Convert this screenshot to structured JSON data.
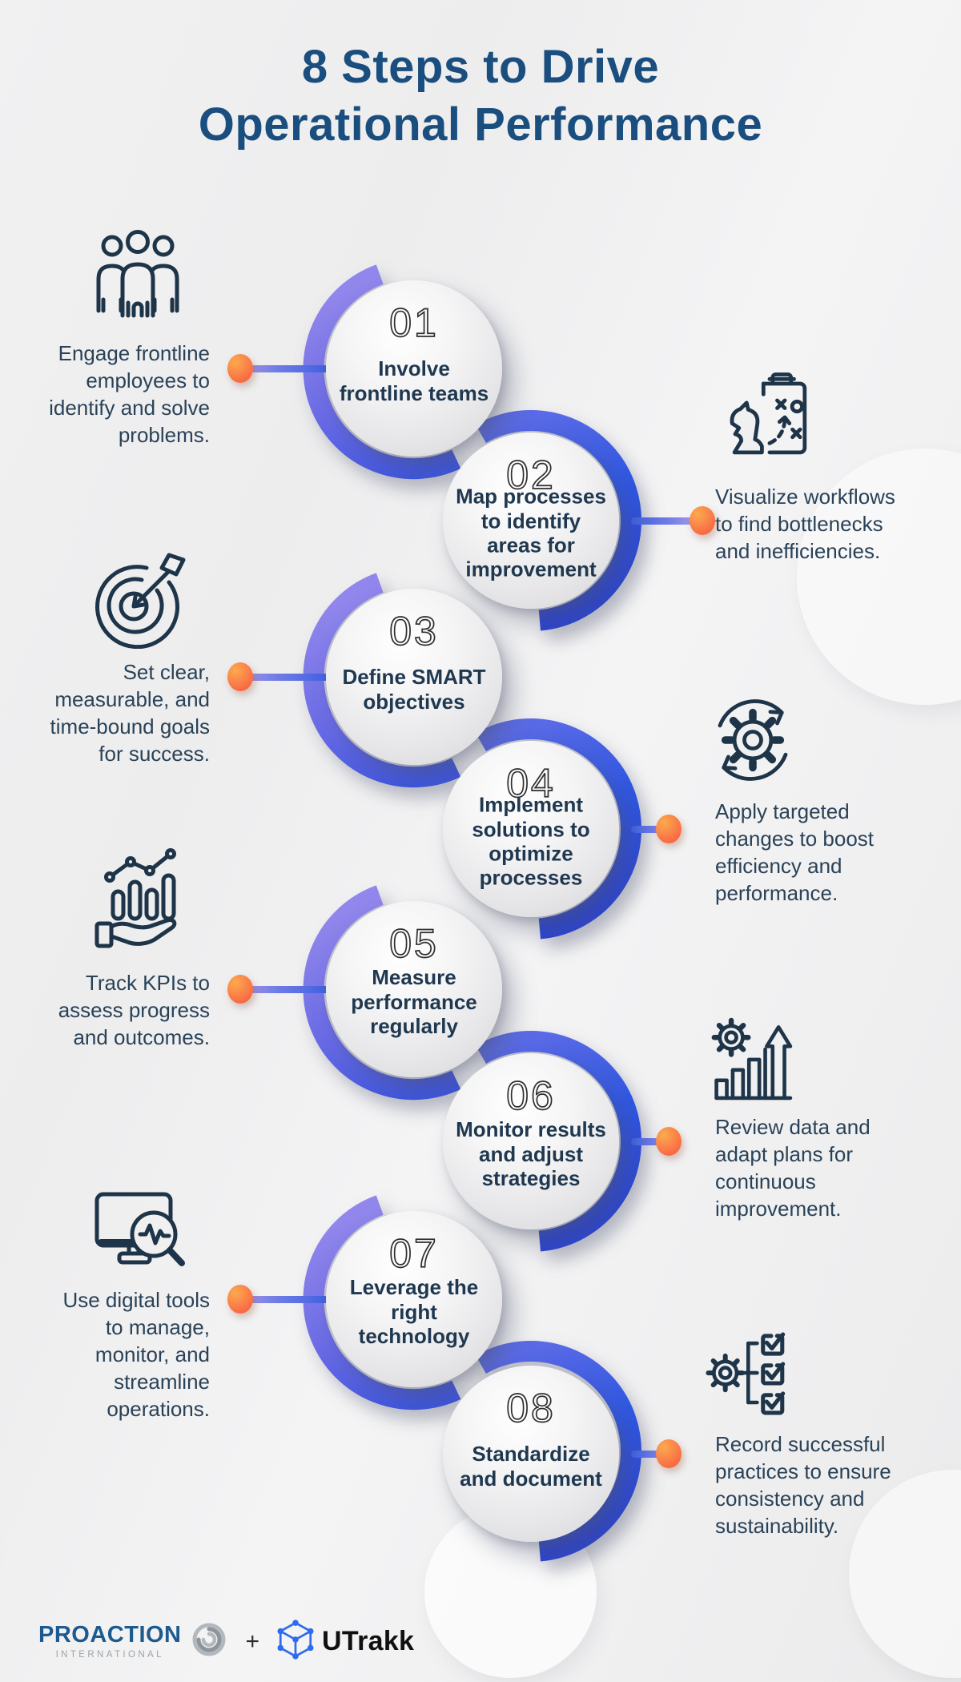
{
  "title": {
    "line1": "8 Steps to Drive",
    "line2": "Operational Performance"
  },
  "steps": [
    {
      "number": "01",
      "title": "Involve frontline teams",
      "description": "Engage frontline employees to identify and solve problems.",
      "icon": "team-icon",
      "side": "left"
    },
    {
      "number": "02",
      "title": "Map processes to identify areas for improvement",
      "description": "Visualize workflows to find bottlenecks and inefficiencies.",
      "icon": "strategy-icon",
      "side": "right"
    },
    {
      "number": "03",
      "title": "Define SMART objectives",
      "description": "Set clear, measurable, and time-bound goals for success.",
      "icon": "target-icon",
      "side": "left"
    },
    {
      "number": "04",
      "title": "Implement solutions to optimize processes",
      "description": "Apply targeted changes to boost efficiency and performance.",
      "icon": "sync-gear-icon",
      "side": "right"
    },
    {
      "number": "05",
      "title": "Measure performance regularly",
      "description": "Track KPIs to assess progress and outcomes.",
      "icon": "kpi-hand-icon",
      "side": "left"
    },
    {
      "number": "06",
      "title": "Monitor results and adjust strategies",
      "description": "Review data and adapt plans for continuous improvement.",
      "icon": "gear-growth-icon",
      "side": "right"
    },
    {
      "number": "07",
      "title": "Leverage the right technology",
      "description": "Use digital tools to manage, monitor, and streamline operations.",
      "icon": "monitor-search-icon",
      "side": "left"
    },
    {
      "number": "08",
      "title": "Standardize and document",
      "description": "Record successful practices to ensure consistency and sustainability.",
      "icon": "gear-checklist-icon",
      "side": "right"
    }
  ],
  "footer": {
    "brand_name": "PROACTION",
    "brand_subtitle": "INTERNATIONAL",
    "separator": "+",
    "partner_name": "UTrakk"
  },
  "colors": {
    "background": "#F0F0F1",
    "title_navy": "#1A4E7E",
    "body_text": "#2A4257",
    "step_label": "#1F3850",
    "ring_purple": "#8F83EA",
    "ring_blue": "#2E57E2",
    "connector_blue": "#3E5FE1",
    "connector_purple": "#A89BEC",
    "dot_orange_light": "#FCAA4E",
    "dot_orange_deep": "#F6543F",
    "icon_stroke": "#1E3448",
    "brand_blue": "#1D5A8F",
    "brand_gray": "#9CA3AA",
    "partner_blue": "#2E6BEF"
  }
}
